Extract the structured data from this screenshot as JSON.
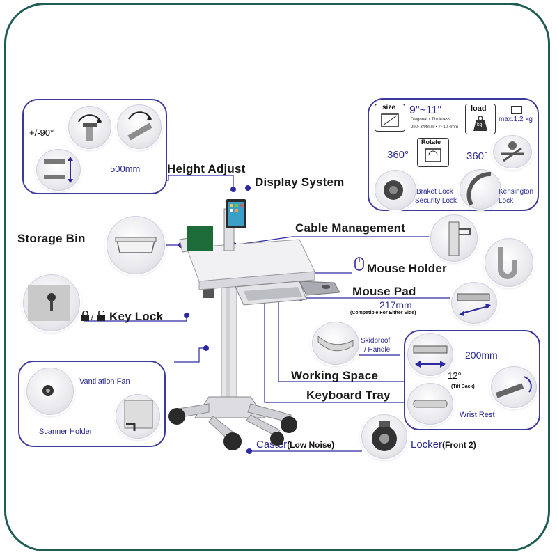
{
  "labels": {
    "height_adjust": "Height Adjust",
    "display_system": "Display System",
    "storage_bin": "Storage Bin",
    "cable_management": "Cable Management",
    "mouse_holder": "Mouse Holder",
    "mouse_pad": "Mouse Pad",
    "key_lock": "Key Lock",
    "key_lock_prefix": "/",
    "working_space": "Working Space",
    "keyboard_tray": "Keyboard Tray",
    "caster": "Caster",
    "caster_note": "(Low Noise)",
    "locker": "Locker",
    "locker_note": "(Front 2)"
  },
  "height_panel": {
    "angle": "+/-90°",
    "range": "500mm"
  },
  "display_panel": {
    "size_title": "size",
    "size_value": "9\"~11\"",
    "size_note1": "Diagonal x Thickness",
    "size_note2": "290~344mm・7~10.4mm",
    "load_title": "load",
    "load_unit": "kg",
    "load_value": "max.1.2 kg",
    "rotate_title": "Rotate",
    "rotate_left": "360°",
    "rotate_right": "360°",
    "braket_lock": "Braket Lock",
    "security_lock": "Security Lock",
    "kensington": "Kensington",
    "kensington_lock": "Lock"
  },
  "mouse_pad": {
    "width": "217mm",
    "note": "(Compatible For Either Side)"
  },
  "skidproof": {
    "line1": "Skidproof",
    "line2": "/ Handle"
  },
  "keyboard_panel": {
    "width": "200mm",
    "tilt": "12°",
    "tilt_note": "(Tilt Back)",
    "wrist_rest": "Wrist Rest"
  },
  "base_panel": {
    "fan": "Vantilation Fan",
    "scanner": "Scanner  Holder"
  },
  "colors": {
    "accent": "#2d2aa0",
    "frame": "#1f5c53",
    "tablet_folder": "#1e6b3a"
  }
}
